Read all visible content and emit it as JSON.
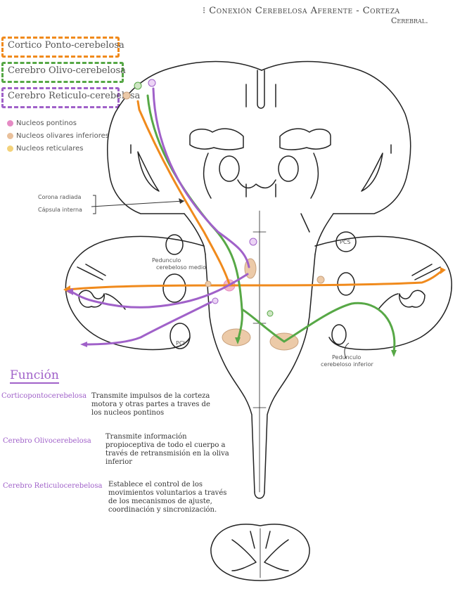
{
  "title_line1": "Conexión Cerebelosa Aferente - Corteza",
  "title_line2": "Cerebral.",
  "legend": [
    {
      "label": "Cortico Ponto-cerebelosa",
      "color": "#f08a1c"
    },
    {
      "label": "Cerebro Olivo-cerebelosa",
      "color": "#57a846"
    },
    {
      "label": "Cerebro Reticulo-cerebelosa",
      "color": "#a061c9"
    }
  ],
  "nuclei": [
    {
      "label": "Nucleos pontinos",
      "color": "#e58bc4"
    },
    {
      "label": "Nucleos olivares inferiores",
      "color": "#e9c09b"
    },
    {
      "label": "Nucleos reticulares",
      "color": "#f3d27a"
    }
  ],
  "labels": {
    "corona_radiada": "Corona radiada",
    "capsula_interna": "Cápsula interna",
    "pedunculo_medio_1": "Pedunculo",
    "pedunculo_medio_2": "cerebeloso medio",
    "pcs": "PCS",
    "pci": "PCI",
    "pedunculo_inferior_1": "Pedunculo",
    "pedunculo_inferior_2": "cerebeloso inferior"
  },
  "function": {
    "heading": "Función",
    "items": [
      {
        "name": "Corticopontocerebelosa",
        "desc": "Transmite impulsos de la corteza motora y otras partes a traves de los nucleos pontinos"
      },
      {
        "name": "Cerebro Olivocerebelosa",
        "desc": "Transmite información propioceptiva de todo el cuerpo a través de retransmisión en la oliva inferior"
      },
      {
        "name": "Cerebro Reticulocerebelosa",
        "desc": "Establece el control de los movimientos voluntarios a través de los mecanismos de ajuste, coordinación y sincronización."
      }
    ]
  },
  "colors": {
    "orange": "#f08a1c",
    "green": "#57a846",
    "purple": "#a061c9",
    "outline": "#222222"
  }
}
